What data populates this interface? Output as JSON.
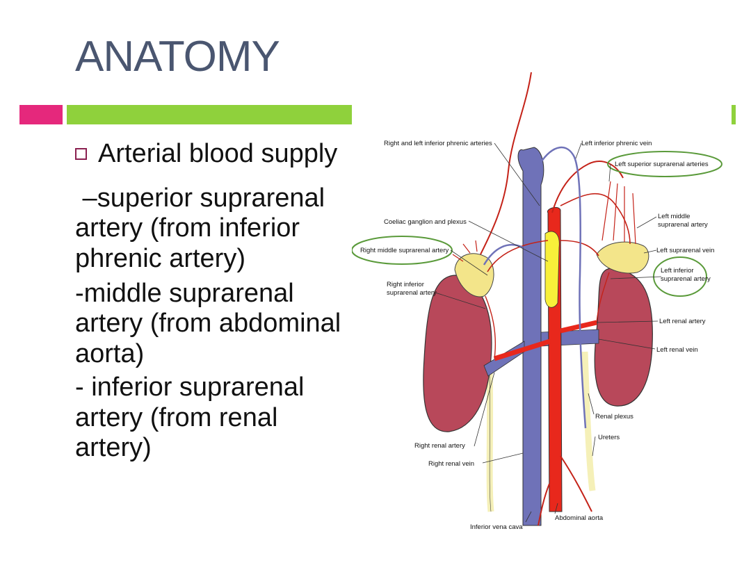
{
  "slide": {
    "title": "ANATOMY",
    "bullet": "Arterial blood supply",
    "paragraphs": [
      " –superior suprarenal\nartery (from inferior\nphrenic artery)",
      "-middle suprarenal\nartery (from abdominal\naorta)",
      "- inferior suprarenal\nartery (from renal\nartery)"
    ],
    "colors": {
      "title": "#4a5670",
      "accent_pink": "#e5287c",
      "accent_green": "#8fd13c",
      "vein": "#6f72b8",
      "artery": "#e8281c",
      "kidney": "#b8485a",
      "adrenal": "#f3e58a",
      "highlight_ellipse": "#5a9a3a"
    }
  },
  "figure": {
    "labels": {
      "phrenic_arteries": "Right and left inferior phrenic arteries",
      "phrenic_vein": "Left inferior phrenic vein",
      "left_superior": "Left superior suprarenal arteries",
      "coeliac": "Coeliac ganglion and plexus",
      "left_middle_1": "Left middle",
      "left_middle_2": "suprarenal artery",
      "right_middle": "Right middle suprarenal artery",
      "left_vein": "Left suprarenal vein",
      "left_inferior_1": "Left inferior",
      "left_inferior_2": "suprarenal artery",
      "right_inferior_1": "Right inferior",
      "right_inferior_2": "suprarenal artery",
      "left_renal_artery": "Left renal artery",
      "left_renal_vein": "Left renal vein",
      "renal_plexus": "Renal plexus",
      "ureters": "Ureters",
      "right_renal_artery": "Right renal artery",
      "right_renal_vein": "Right renal vein",
      "ivc": "Inferior vena cava",
      "aorta": "Abdominal aorta"
    }
  }
}
